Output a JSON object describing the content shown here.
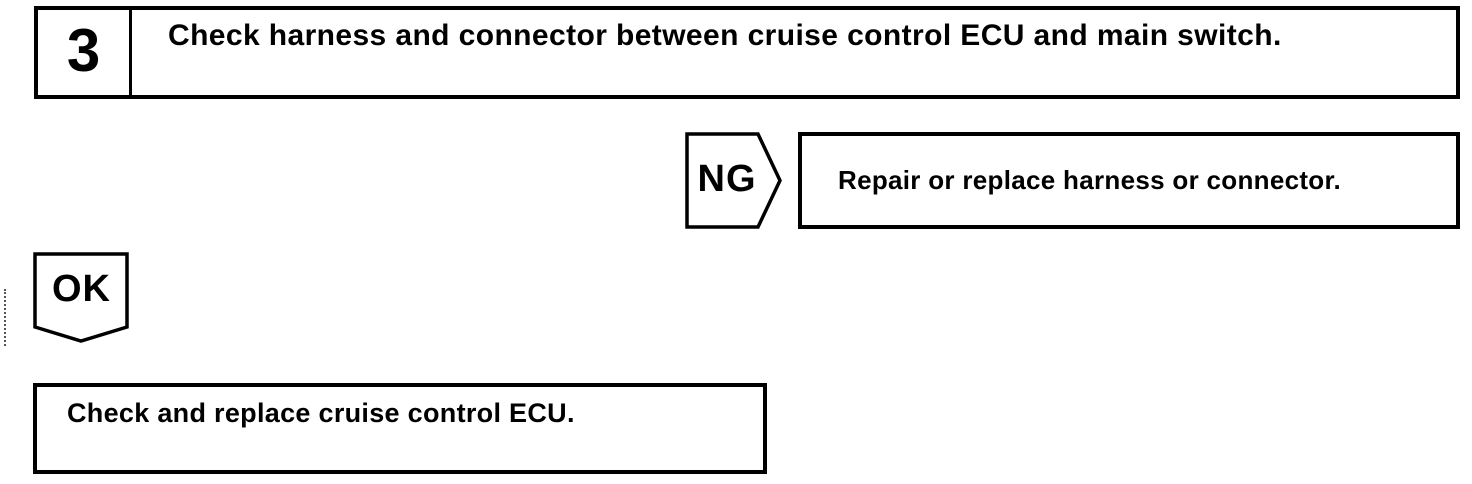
{
  "step": {
    "number": "3",
    "title": "Check harness and connector between cruise control ECU and main switch."
  },
  "ng_branch": {
    "label": "NG",
    "action": "Repair or replace harness or connector."
  },
  "ok_branch": {
    "label": "OK",
    "action": "Check and replace cruise control ECU."
  },
  "colors": {
    "ink": "#000000",
    "paper": "#ffffff"
  }
}
